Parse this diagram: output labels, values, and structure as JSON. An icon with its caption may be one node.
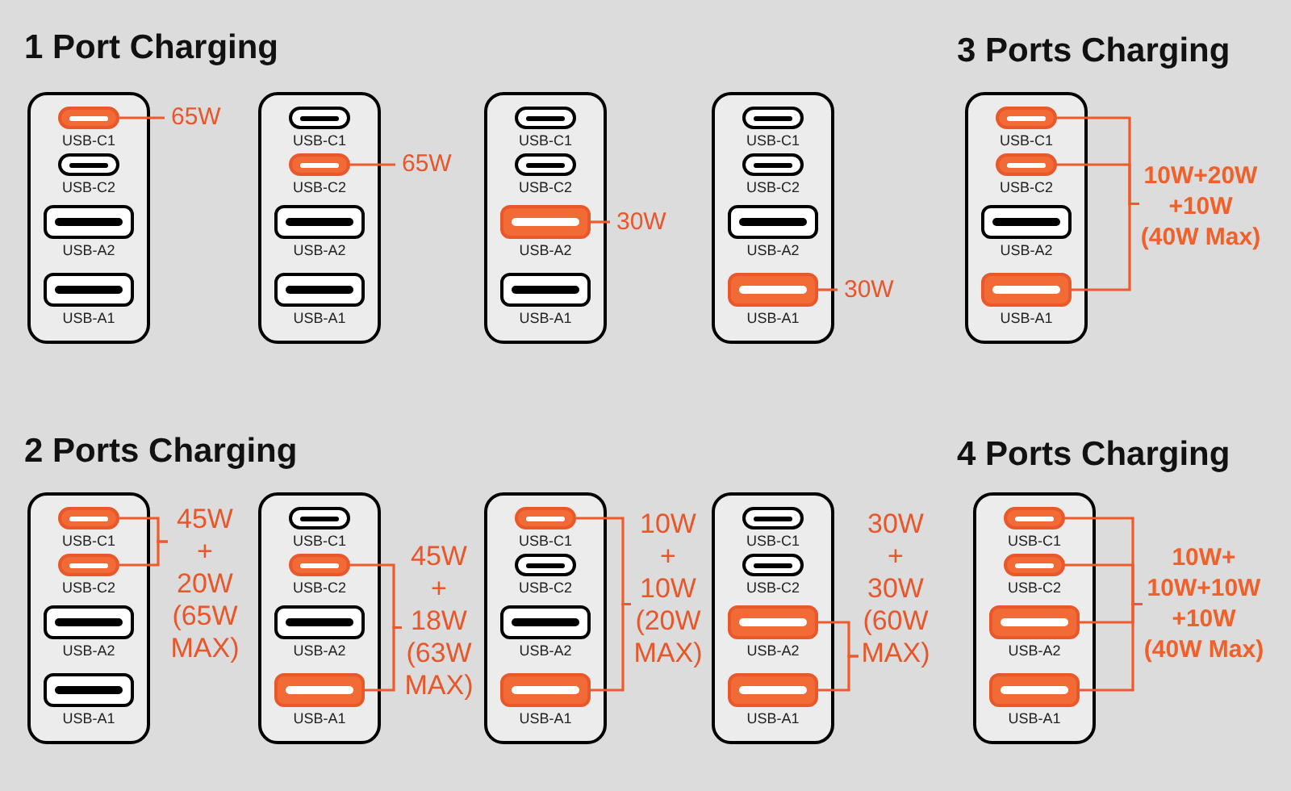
{
  "diagram": {
    "nodes": [
      {
        "text": [],
        "shape": "box"
      },
      {
        "text": [
          "USB-C1"
        ],
        "in": 0
      },
      {
        "text": [
          "USB-C2"
        ],
        "in": 0
      },
      {
        "text": [
          "USB-A2"
        ],
        "in": 0
      },
      {
        "text": [
          "USB-A1"
        ],
        "in": 0
      },
      {
        "text": [
          "65W"
        ]
      },
      {
        "text": [],
        "shape": "box"
      },
      {
        "text": [
          "USB-C1"
        ],
        "in": 6
      },
      {
        "text": [
          "USB-C2"
        ],
        "in": 6
      },
      {
        "text": [
          "USB-A2"
        ],
        "in": 6
      },
      {
        "text": [
          "USB-A1"
        ],
        "in": 6
      },
      {
        "text": [
          "65W"
        ]
      },
      {
        "text": [],
        "shape": "box"
      },
      {
        "text": [
          "USB-C1"
        ],
        "in": 12
      },
      {
        "text": [
          "USB-C2"
        ],
        "in": 12
      },
      {
        "text": [
          "USB-A2"
        ],
        "in": 12
      },
      {
        "text": [
          "USB-A1"
        ],
        "in": 12
      },
      {
        "text": [
          "30W"
        ]
      },
      {
        "text": [],
        "shape": "box"
      },
      {
        "text": [
          "USB-C1"
        ],
        "in": 18
      },
      {
        "text": [
          "USB-C2"
        ],
        "in": 18
      },
      {
        "text": [
          "USB-A2"
        ],
        "in": 18
      },
      {
        "text": [
          "USB-A1"
        ],
        "in": 18
      },
      {
        "text": [
          "30W"
        ]
      },
      {
        "text": [],
        "shape": "box"
      },
      {
        "text": [
          "USB-C1"
        ],
        "in": 24
      },
      {
        "text": [
          "USB-C2"
        ],
        "in": 24
      },
      {
        "text": [
          "USB-A2"
        ],
        "in": 24
      },
      {
        "text": [
          "USB-A1"
        ],
        "in": 24
      },
      {
        "text": [
          "10W+20W +10W (40W Max)"
        ]
      },
      {
        "text": [],
        "shape": "box"
      },
      {
        "text": [
          "USB-C1"
        ],
        "in": 30
      },
      {
        "text": [
          "USB-C2"
        ],
        "in": 30
      },
      {
        "text": [
          "USB-A2"
        ],
        "in": 30
      },
      {
        "text": [
          "USB-A1"
        ],
        "in": 30
      },
      {
        "text": [
          "45W + 20W (65W MAX)"
        ]
      },
      {
        "text": [],
        "shape": "box"
      },
      {
        "text": [
          "USB-C1"
        ],
        "in": 36
      },
      {
        "text": [
          "USB-C2"
        ],
        "in": 36
      },
      {
        "text": [
          "USB-A2"
        ],
        "in": 36
      },
      {
        "text": [
          "USB-A1"
        ],
        "in": 36
      },
      {
        "text": [
          "45W + 18W (63W MAX)"
        ]
      },
      {
        "text": [],
        "shape": "box"
      },
      {
        "text": [
          "USB-C1"
        ],
        "in": 42
      },
      {
        "text": [
          "USB-C2"
        ],
        "in": 42
      },
      {
        "text": [
          "USB-A2"
        ],
        "in": 42
      },
      {
        "text": [
          "USB-A1"
        ],
        "in": 42
      },
      {
        "text": [
          "10W + 10W (20W MAX)"
        ]
      },
      {
        "text": [],
        "shape": "box"
      },
      {
        "text": [
          "USB-C1"
        ],
        "in": 48
      },
      {
        "text": [
          "USB-C2"
        ],
        "in": 48
      },
      {
        "text": [
          "USB-A2"
        ],
        "in": 48
      },
      {
        "text": [
          "USB-A1"
        ],
        "in": 48
      },
      {
        "text": [
          "30W + 30W (60W MAX)"
        ]
      },
      {
        "text": [],
        "shape": "box"
      },
      {
        "text": [
          "USB-C1"
        ],
        "in": 54
      },
      {
        "text": [
          "USB-C2"
        ],
        "in": 54
      },
      {
        "text": [
          "USB-A2"
        ],
        "in": 54
      },
      {
        "text": [
          "USB-A1"
        ],
        "in": 54
      },
      {
        "text": [
          "10W+ 10W+10W +10W (40W Max)"
        ]
      }
    ],
    "edges": [
      {
        "from": 1,
        "to": 5,
        "arrow": "none"
      },
      {
        "from": 8,
        "to": 11,
        "arrow": "none"
      },
      {
        "from": 15,
        "to": 17,
        "arrow": "none"
      },
      {
        "from": 22,
        "to": 23,
        "arrow": "none"
      },
      {
        "from": 25,
        "to": 29,
        "arrow": "none"
      },
      {
        "from": 26,
        "to": 29,
        "arrow": "none"
      },
      {
        "from": 28,
        "to": 29,
        "arrow": "none"
      },
      {
        "from": 31,
        "to": 35,
        "arrow": "none"
      },
      {
        "from": 32,
        "to": 35,
        "arrow": "none"
      },
      {
        "from": 38,
        "to": 41,
        "arrow": "none"
      },
      {
        "from": 40,
        "to": 41,
        "arrow": "none"
      },
      {
        "from": 43,
        "to": 47,
        "arrow": "none"
      },
      {
        "from": 46,
        "to": 47,
        "arrow": "none"
      },
      {
        "from": 51,
        "to": 53,
        "arrow": "none"
      },
      {
        "from": 52,
        "to": 53,
        "arrow": "none"
      },
      {
        "from": 55,
        "to": 59,
        "arrow": "none"
      },
      {
        "from": 56,
        "to": 59,
        "arrow": "none"
      },
      {
        "from": 57,
        "to": 59,
        "arrow": "none"
      },
      {
        "from": 58,
        "to": 59,
        "arrow": "none"
      }
    ],
    "labels": [
      "1 Port Charging",
      "3 Ports Charging",
      "2 Ports Charging",
      "4 Ports Charging"
    ]
  }
}
